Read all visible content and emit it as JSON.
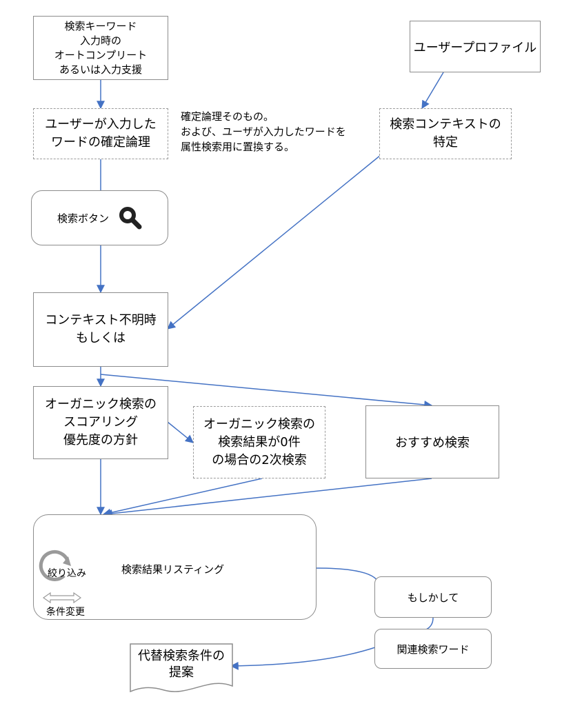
{
  "nodes": {
    "autocomplete": [
      "検索キーワード",
      "入力時の",
      "オートコンプリート",
      "あるいは入力支援"
    ],
    "user_profile": [
      "ユーザープロファイル"
    ],
    "word_logic": [
      "ユーザーが入力した",
      "ワードの確定論理"
    ],
    "context_identify": [
      "検索コンテキストの",
      "特定"
    ],
    "search_button": "検索ボタン",
    "context_unknown": [
      "コンテキスト不明時",
      "もしくは"
    ],
    "organic_scoring": [
      "オーガニック検索の",
      "スコアリング",
      "優先度の方針"
    ],
    "organic_zero": [
      "オーガニック検索の",
      "検索結果が0件",
      "の場合の2次検索"
    ],
    "recommend": [
      "おすすめ検索"
    ],
    "listing": "検索結果リスティング",
    "refine": "絞り込み",
    "change_condition": "条件変更",
    "maybe": "もしかして",
    "related_words": "関連検索ワード",
    "alternative": [
      "代替検索条件の",
      "提案"
    ]
  },
  "note": [
    "確定論理そのもの。",
    "および、ユーザが入力したワードを",
    "属性検索用に置換する。"
  ],
  "colors": {
    "arrow": "#4472c4",
    "border": "#8c8c8c",
    "dashed": "#9a9a9a",
    "icon": "#222222"
  }
}
